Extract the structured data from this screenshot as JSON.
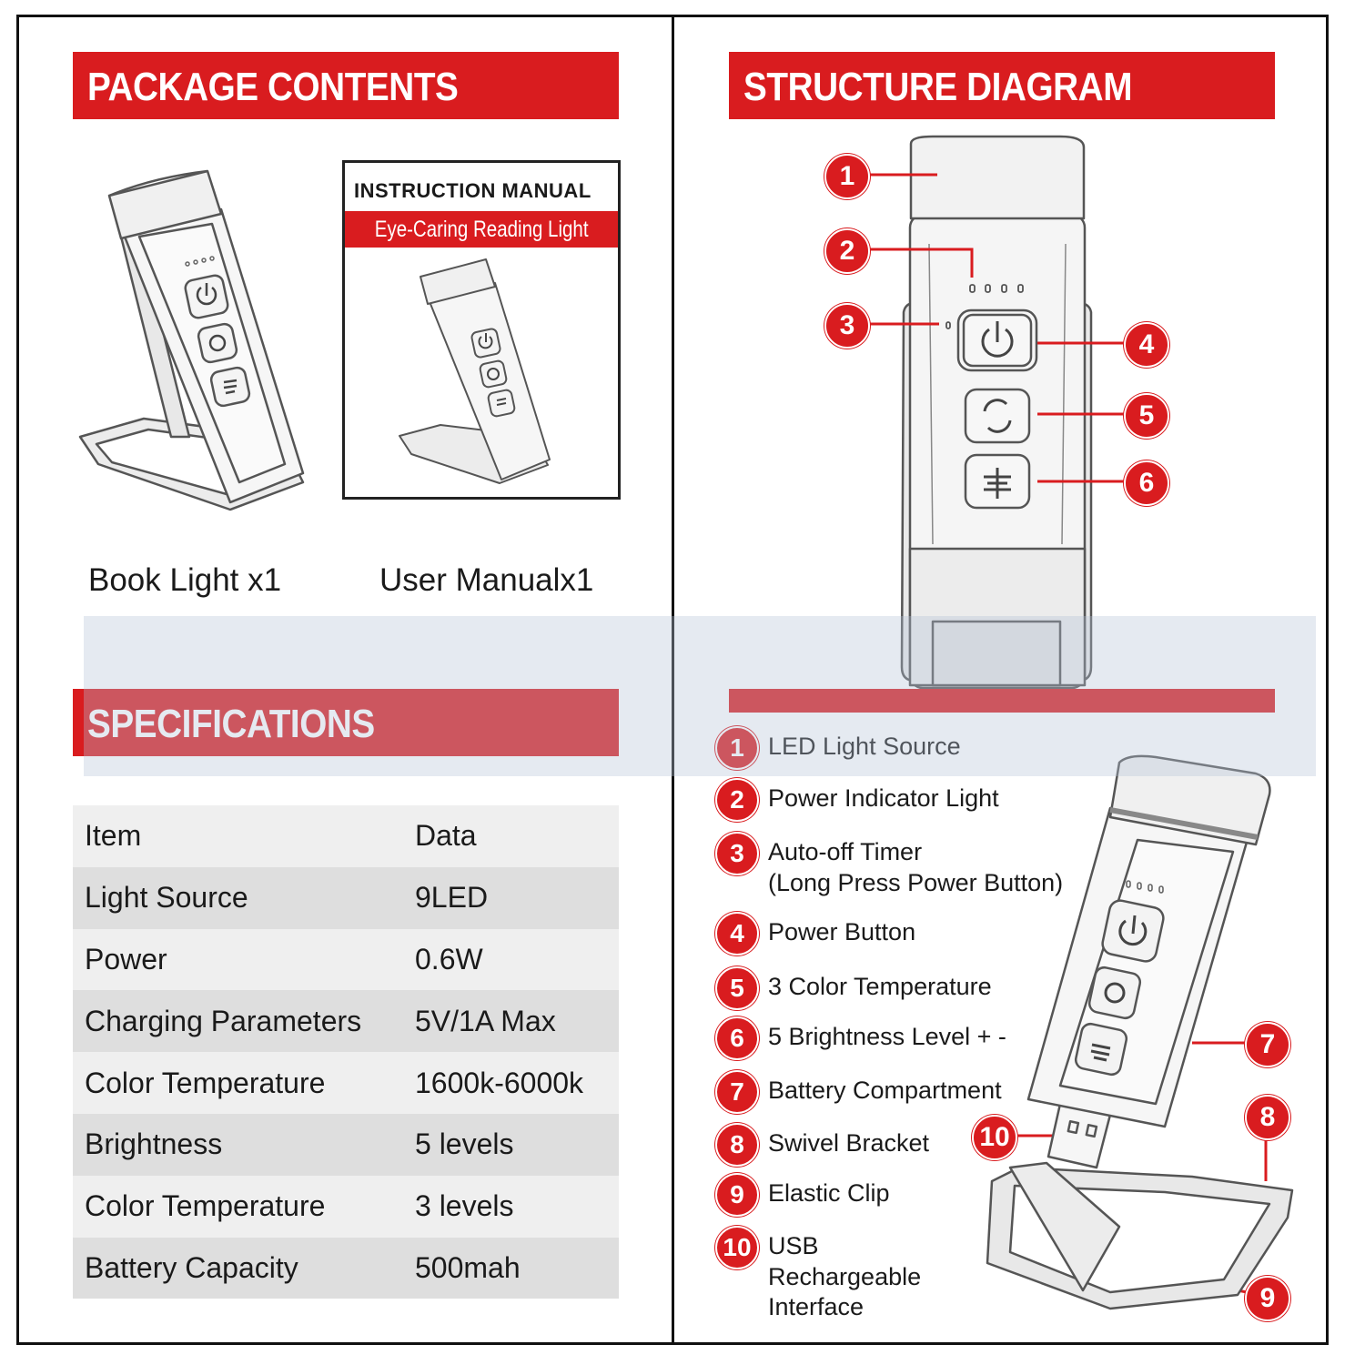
{
  "package": {
    "heading": "PACKAGE CONTENTS",
    "manual_title": "INSTRUCTION MANUAL",
    "manual_subtitle": "Eye-Caring Reading Light",
    "item1": "Book Light x1",
    "item2": "User Manualx1"
  },
  "structure": {
    "heading": "STRUCTURE DIAGRAM",
    "callouts": [
      "1",
      "2",
      "3",
      "4",
      "5",
      "6",
      "7",
      "8",
      "9",
      "10"
    ]
  },
  "specs": {
    "heading": "SPECIFICATIONS",
    "header": {
      "item": "Item",
      "data": "Data"
    },
    "rows": [
      {
        "item": "Light Source",
        "data": "9LED"
      },
      {
        "item": "Power",
        "data": "0.6W"
      },
      {
        "item": "Charging Parameters",
        "data": "5V/1A Max"
      },
      {
        "item": "Color Temperature",
        "data": "1600k-6000k"
      },
      {
        "item": "Brightness",
        "data": "5 levels"
      },
      {
        "item": "Color Temperature",
        "data": "3 levels"
      },
      {
        "item": "Battery Capacity",
        "data": "500mah"
      }
    ]
  },
  "legend": [
    {
      "num": "1",
      "text": "LED Light Source"
    },
    {
      "num": "2",
      "text": "Power Indicator Light"
    },
    {
      "num": "3",
      "text": "Auto-off Timer",
      "text2": "(Long Press Power Button)"
    },
    {
      "num": "4",
      "text": "Power Button"
    },
    {
      "num": "5",
      "text": "3 Color Temperature"
    },
    {
      "num": "6",
      "text": "5 Brightness Level + -"
    },
    {
      "num": "7",
      "text": "Battery Compartment"
    },
    {
      "num": "8",
      "text": "Swivel Bracket"
    },
    {
      "num": "9",
      "text": "Elastic Clip"
    },
    {
      "num": "10",
      "text": "USB",
      "text2": "Rechargeable",
      "text3": "Interface"
    }
  ],
  "colors": {
    "accent": "#d91c1f",
    "row_light": "#efefef",
    "row_dark": "#dedede"
  }
}
